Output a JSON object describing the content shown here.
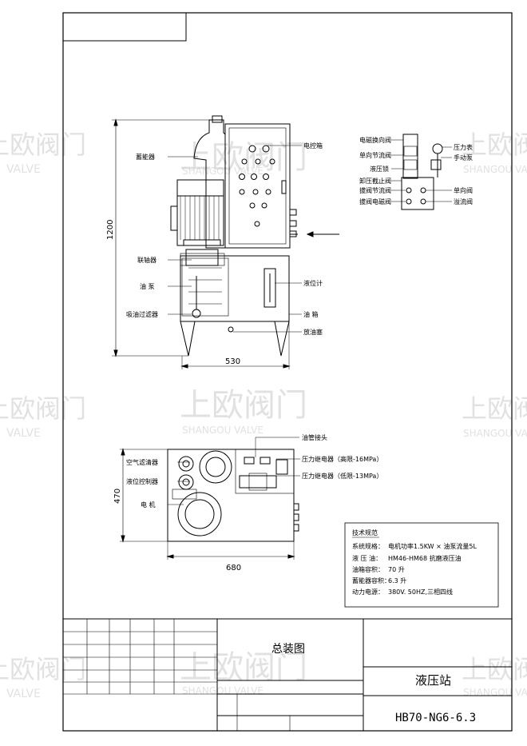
{
  "watermark": {
    "cn": "上欧阀门",
    "en": "SHANGOU VALVE",
    "en_short": "VALVE"
  },
  "front_view": {
    "labels_left": [
      "蓄能器",
      "联轴器",
      "油 泵",
      "吸油过滤器"
    ],
    "labels_right": [
      "电控箱",
      "液位计",
      "油 箱",
      "放油塞"
    ],
    "dim_height": "1200",
    "dim_width": "530"
  },
  "valve_block": {
    "labels_left": [
      "电磁换向阀",
      "单向节流阀",
      "液压锁",
      "卸压截止阀",
      "拔阀节流阀",
      "拔阀电磁阀"
    ],
    "labels_right": [
      "压力表",
      "手动泵",
      "单向阀",
      "溢流阀"
    ]
  },
  "plan_view": {
    "labels_left": [
      "空气滤清器",
      "液位控制器",
      "电 机"
    ],
    "labels_right": [
      "油管接头",
      "压力继电器（高限-16MPa）",
      "压力继电器（低限-13MPa）"
    ],
    "dim_height": "470",
    "dim_width": "680"
  },
  "tech_spec": {
    "title": "技术规范",
    "rows": [
      {
        "key": "系统规格：",
        "value": "电机功率1.5KW × 油泵流量5L"
      },
      {
        "key": "液 压 油：",
        "value": "HM46-HM68  抗磨液压油"
      },
      {
        "key": "油箱容积：",
        "value": "70  升"
      },
      {
        "key": "蓄能器容积：",
        "value": "6.3 升"
      },
      {
        "key": "动力电源：",
        "value": "380V. 50HZ,三相四线"
      }
    ]
  },
  "title_block": {
    "drawing_name": "总装图",
    "product_name": "液压站",
    "drawing_number": "HB70-NG6-6.3"
  }
}
